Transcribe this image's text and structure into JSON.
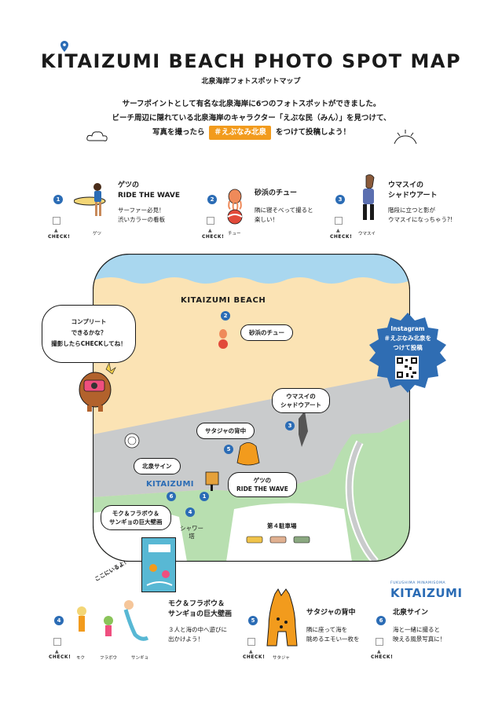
{
  "header": {
    "title": "KITAIZUMI BEACH PHOTO SPOT MAP",
    "subtitle": "北泉海岸フォトスポットマップ",
    "intro_line1": "サーフポイントとして有名な北泉海岸に6つのフォトスポットができました。",
    "intro_line2": "ビーチ周辺に隠れている北泉海岸のキャラクター「えぶな民（みん）」を見つけて、",
    "intro_line3_pre": "写真を撮ったら",
    "intro_hashtag": "＃えぶなみ北泉",
    "intro_line3_post": "をつけて投稿しよう！"
  },
  "check_label": "CHECK!",
  "check_arrow": "▲",
  "spots_top": [
    {
      "num": "1",
      "title1": "ゲツの",
      "title2": "RIDE THE WAVE",
      "desc1": "サーファー必見！",
      "desc2": "渋いカラーの看板",
      "char": "ゲツ"
    },
    {
      "num": "2",
      "title1": "砂浜のチュー",
      "title2": "",
      "desc1": "隣に寝そべって撮ると",
      "desc2": "楽しい！",
      "char": "チュー"
    },
    {
      "num": "3",
      "title1": "ウマスイの",
      "title2": "シャドウアート",
      "desc1": "階段に立つと影が",
      "desc2": "ウマスイになっちゃう?!",
      "char": "ウマスイ"
    }
  ],
  "map": {
    "beach_label": "KITAIZUMI BEACH",
    "complete_bubble1": "コンプリート",
    "complete_bubble2": "できるかな？",
    "complete_bubble3": "撮影したらCHECKしてね！",
    "instagram1": "Instagram",
    "instagram2": "＃えぶなみ北泉を",
    "instagram3": "つけて投稿",
    "labels": [
      {
        "num": "2",
        "text": "砂浜のチュー"
      },
      {
        "num": "3",
        "text": "ウマスイの\nシャドウアート"
      },
      {
        "num": "5",
        "text": "サタジャの背中"
      },
      {
        "num": "6",
        "text": "北泉サイン"
      },
      {
        "num": "1",
        "text": "ゲツの\nRIDE THE WAVE"
      },
      {
        "num": "4",
        "text": "モク＆フラボウ＆\nサンギョの巨大壁画"
      }
    ],
    "label_2": "砂浜のチュー",
    "label_3a": "ウマスイの",
    "label_3b": "シャドウアート",
    "label_5": "サタジャの背中",
    "label_6": "北泉サイン",
    "label_1a": "ゲツの",
    "label_1b": "RIDE THE WAVE",
    "label_4a": "モク＆フラボウ＆",
    "label_4b": "サンギョの巨大壁画",
    "shower_a": "シャワー",
    "shower_b": "塔",
    "parking": "第４駐車場",
    "sign_text": "KITAIZUMI",
    "here": "ここにいるよ！"
  },
  "spots_bottom": [
    {
      "num": "4",
      "title1": "モク＆フラボウ＆",
      "title2": "サンギョの巨大壁画",
      "desc1": "３人と海の中へ遊びに",
      "desc2": "出かけよう！",
      "chars": [
        "モク",
        "フラボウ",
        "サンギョ"
      ]
    },
    {
      "num": "5",
      "title1": "サタジャの背中",
      "title2": "",
      "desc1": "隣に座って海を",
      "desc2": "眺めるエモい一枚を",
      "chars": [
        "サタジャ"
      ]
    },
    {
      "num": "6",
      "title1": "北泉サイン",
      "title2": "",
      "desc1": "海と一緒に撮ると",
      "desc2": "映える風景写真に！",
      "chars": [],
      "logo_small": "FUKUSHIMA MINAMISOMA",
      "logo": "KITAIZUMI"
    }
  ],
  "colors": {
    "sea": "#a9d7ef",
    "sand": "#fbe3b4",
    "green": "#b8dfb0",
    "road": "#c9cbcc",
    "accent_blue": "#2b6cb5",
    "orange": "#f29b1d"
  }
}
